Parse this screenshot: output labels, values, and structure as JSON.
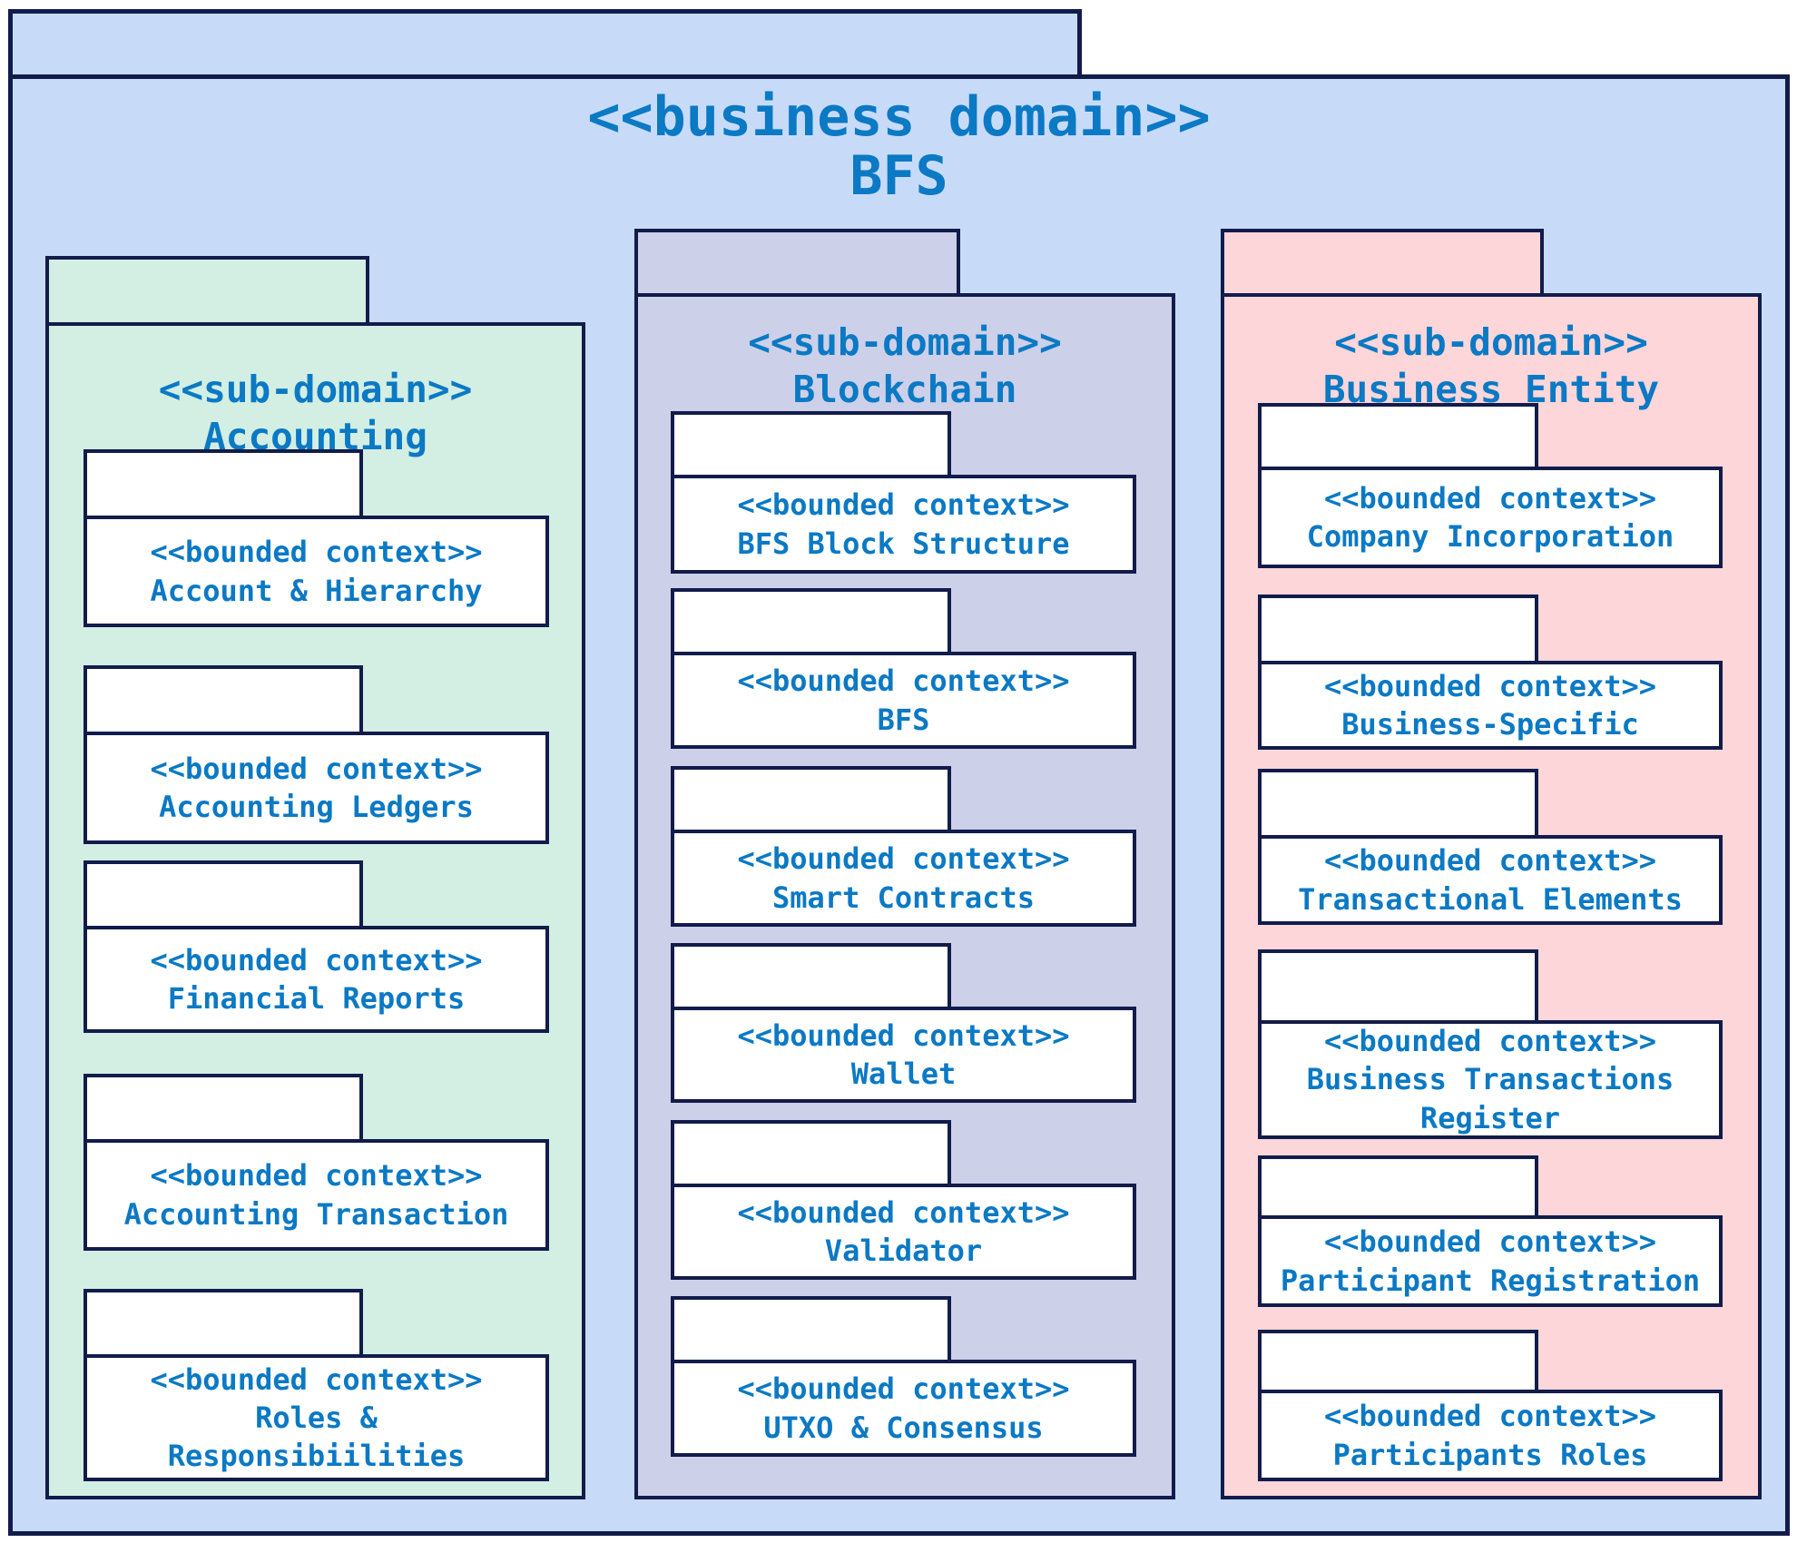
{
  "labels": {
    "business_domain_stereotype": "<<business domain>>",
    "sub_domain_stereotype": "<<sub-domain>>",
    "bounded_context_stereotype": "<<bounded context>>"
  },
  "domain_name": "BFS",
  "subdomains": [
    {
      "name": "Accounting",
      "contexts": [
        "Account & Hierarchy",
        "Accounting Ledgers",
        "Financial Reports",
        "Accounting Transaction",
        "Roles &\nResponsibiilities"
      ]
    },
    {
      "name": "Blockchain",
      "contexts": [
        "BFS Block Structure",
        "BFS",
        "Smart Contracts",
        "Wallet",
        "Validator",
        "UTXO & Consensus"
      ]
    },
    {
      "name": "Business Entity",
      "contexts": [
        "Company Incorporation",
        "Business-Specific",
        "Transactional Elements",
        "Business Transactions\nRegister",
        "Participant Registration",
        "Participants Roles"
      ]
    }
  ],
  "colors": {
    "navy": "#121c4b",
    "domain_fill": "#c7dbf8",
    "accounting_fill": "#d3eee3",
    "blockchain_fill": "#cdd0e9",
    "business_entity_fill": "#fcd6d9",
    "context_fill": "#ffffff",
    "text": "#0b79c4"
  }
}
